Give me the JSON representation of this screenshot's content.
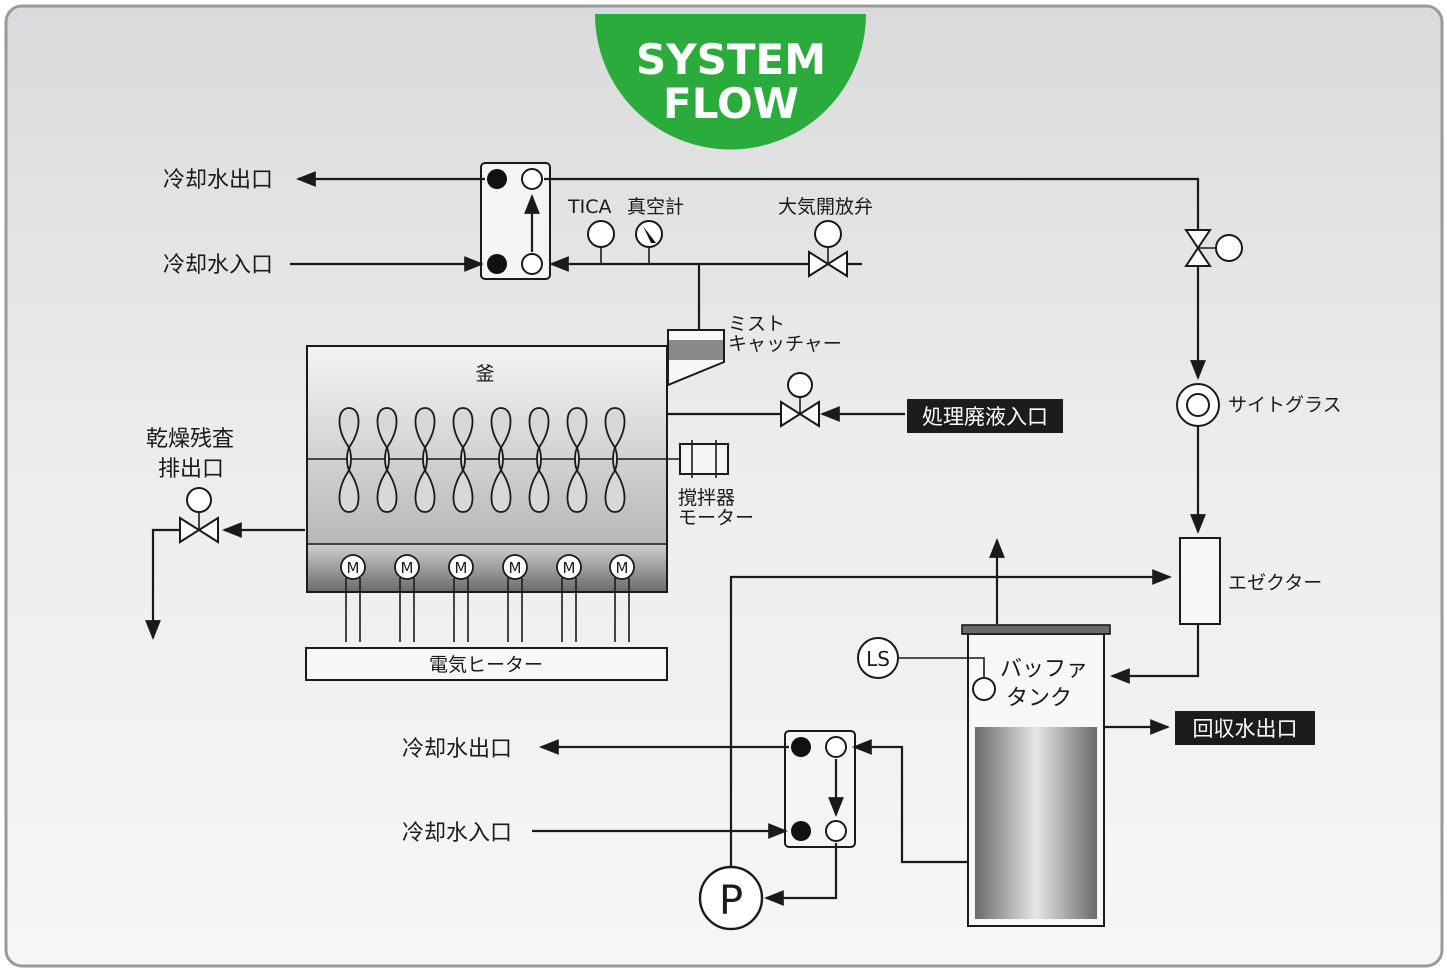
{
  "badge": {
    "line1": "SYSTEM",
    "line2": "FLOW",
    "color": "#2bab3b"
  },
  "labels": {
    "cool_out_top": "冷却水出口",
    "cool_in_top": "冷却水入口",
    "tica": "TICA",
    "vacuum_gauge": "真空計",
    "atm_valve": "大気開放弁",
    "mist_line1": "ミスト",
    "mist_line2": "キャッチャー",
    "kettle": "釜",
    "waste_inlet": "処理廃液入口",
    "dry_line1": "乾燥残査",
    "dry_line2": "排出口",
    "motor_line1": "撹拌器",
    "motor_line2": "モーター",
    "heater": "電気ヒーター",
    "sight_glass": "サイトグラス",
    "ejector": "エゼクター",
    "ls": "LS",
    "buffer_line1": "バッファ",
    "buffer_line2": "タンク",
    "recovered_out": "回収水出口",
    "cool_out_bottom": "冷却水出口",
    "cool_in_bottom": "冷却水入口",
    "pump": "P",
    "motor_symbol": "M"
  }
}
